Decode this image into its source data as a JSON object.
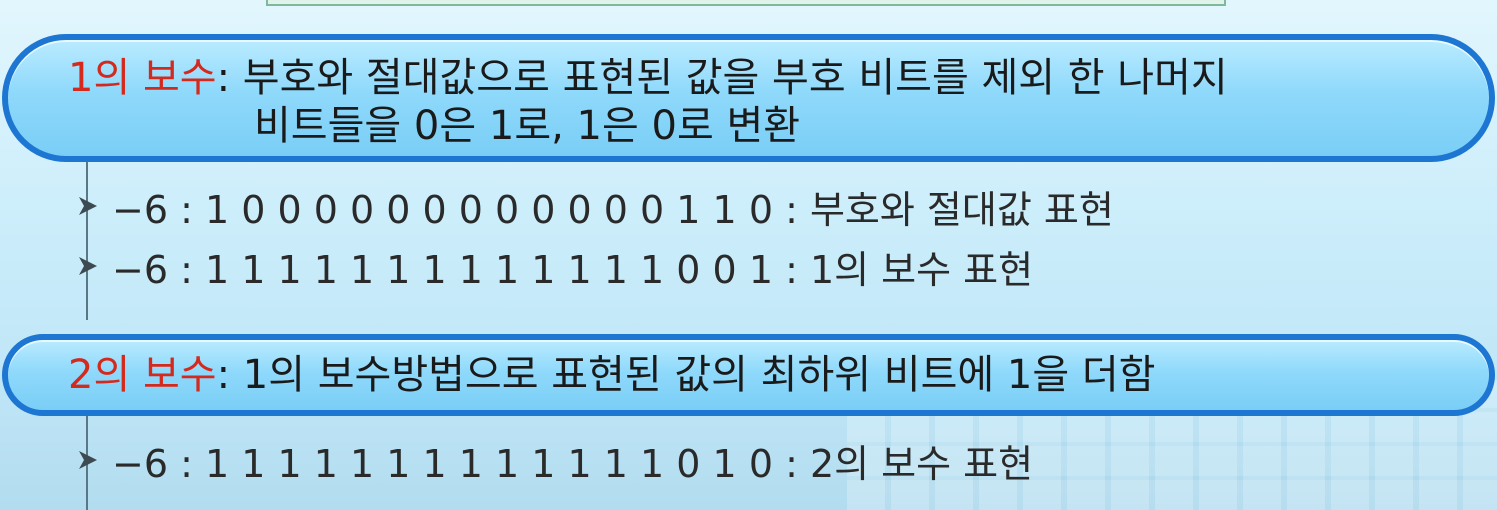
{
  "section1": {
    "term": "1의 보수",
    "definition_line1": ": 부호와 절대값으로 표현된 값을 부호 비트를 제외 한 나머지",
    "definition_line2": "비트들을 0은 1로, 1은 0로 변환",
    "rows": [
      {
        "text": "−6 : 1 0 0 0 0 0 0 0 0 0 0 0 0 1 1 0 : 부호와 절대값 표현"
      },
      {
        "text": "−6 : 1 1 1 1 1 1 1 1 1 1 1 1 1 0 0 1 : 1의 보수 표현"
      }
    ]
  },
  "section2": {
    "term": "2의 보수",
    "definition": ": 1의 보수방법으로 표현된 값의 최하위 비트에 1을 더함",
    "rows": [
      {
        "text": "−6 : 1 1 1 1 1 1 1 1 1 1 1 1 1 0 1 0 : 2의 보수 표현"
      }
    ]
  },
  "colors": {
    "term": "#d42a1e",
    "banner_border": "#1c76d2",
    "banner_fill": "#8fd9fb"
  },
  "icons": {
    "bullet": "arrow-bullet-icon"
  }
}
